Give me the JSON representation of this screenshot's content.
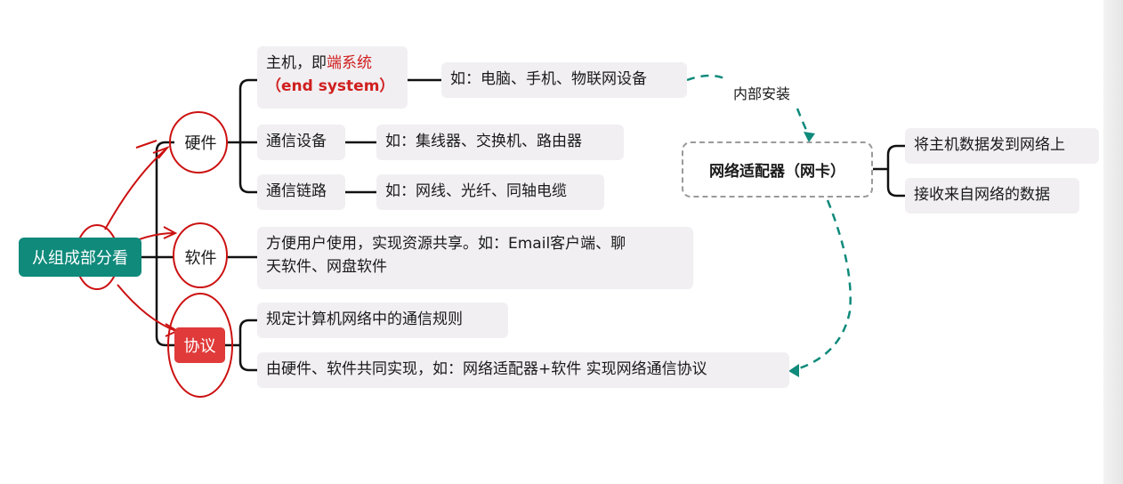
{
  "root": "从组成部分看",
  "categories": {
    "hardware": "硬件",
    "software": "软件",
    "protocol": "协议"
  },
  "hardware": {
    "host_prefix": "主机，即",
    "host_highlight": "端系统",
    "host_en": "（end system）",
    "host_example": "如：电脑、手机、物联网设备",
    "comm_device": "通信设备",
    "comm_device_example": "如：集线器、交换机、路由器",
    "comm_link": "通信链路",
    "comm_link_example": "如：网线、光纤、同轴电缆"
  },
  "software": {
    "line1": "方便用户使用，实现资源共享。如：Email客户端、聊",
    "line2": "天软件、网盘软件"
  },
  "protocol": {
    "rule": "规定计算机网络中的通信规则",
    "impl": "由硬件、软件共同实现，如：网络适配器+软件 实现网络通信协议"
  },
  "adapter": {
    "title": "网络适配器（网卡）",
    "func1": "将主机数据发到网络上",
    "func2": "接收来自网络的数据",
    "install_label": "内部安装"
  },
  "colors": {
    "root": "#0f8a7b",
    "protocol": "#e03a3a",
    "highlight": "#d01f1f",
    "annotation": "#cc1111",
    "dashed_arrow": "#0f8a7b"
  }
}
